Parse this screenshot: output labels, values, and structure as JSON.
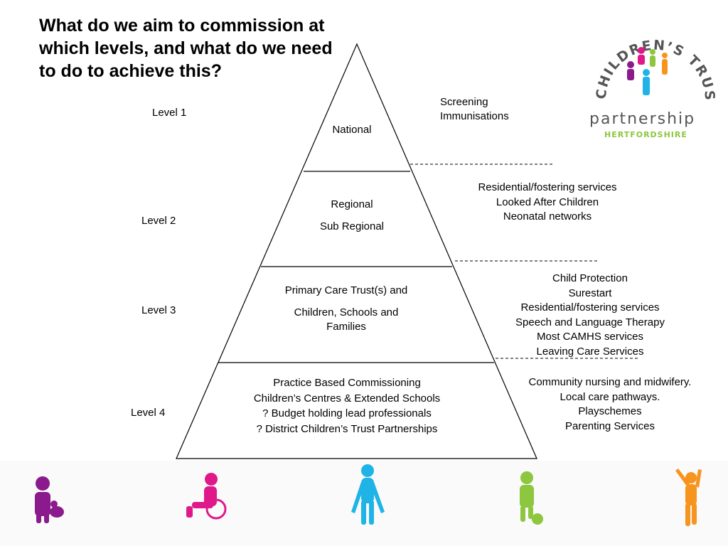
{
  "title": "What do we aim to commission at which levels, and what do we need to do to achieve this?",
  "levels": {
    "l1": "Level 1",
    "l2": "Level 2",
    "l3": "Level 3",
    "l4": "Level 4"
  },
  "pyramid": {
    "national": "National",
    "regional": "Regional",
    "sub_regional": "Sub Regional",
    "pct_line1": "Primary Care Trust(s) and",
    "pct_line2": "Children, Schools and",
    "pct_line3": "Families",
    "local_items": [
      "Practice Based Commissioning",
      "Children’s Centres & Extended Schools",
      "? Budget holding lead professionals",
      "? District Children’s Trust Partnerships"
    ]
  },
  "services": {
    "level1": [
      "Screening",
      "Immunisations"
    ],
    "level2": [
      "Residential/fostering services",
      "Looked After Children",
      "Neonatal networks"
    ],
    "level3": [
      "Child Protection",
      "Surestart",
      "Residential/fostering services",
      "Speech and Language Therapy",
      "Most CAMHS services",
      "Leaving Care Services"
    ],
    "level4": [
      "Community nursing and midwifery.",
      "Local care pathways.",
      "Playschemes",
      "Parenting Services"
    ]
  },
  "logo": {
    "arc_text": "CHILDREN’S TRUST",
    "word": "partnership",
    "region": "HERTFORDSHIRE"
  },
  "colors": {
    "purple": "#8b1a8c",
    "pink": "#e0198a",
    "blue": "#1fb3e6",
    "green": "#8dc63f",
    "orange": "#f7941d",
    "logo_text": "#555555",
    "logo_region": "#8dc63f"
  }
}
